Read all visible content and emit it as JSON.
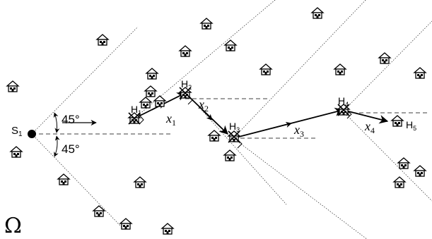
{
  "start": {
    "label": "S",
    "sub": "1"
  },
  "angles": {
    "upper": "45°",
    "lower": "45°"
  },
  "region": "Ω",
  "hops": [
    {
      "label": "H",
      "sub": "1"
    },
    {
      "label": "H",
      "sub": "2"
    },
    {
      "label": "H",
      "sub": "3"
    },
    {
      "label": "H",
      "sub": "4"
    },
    {
      "label": "H",
      "sub": "5"
    }
  ],
  "segments": [
    {
      "label": "x",
      "sub": "1"
    },
    {
      "label": "x",
      "sub": "2"
    },
    {
      "label": "x",
      "sub": "3"
    },
    {
      "label": "x",
      "sub": "4"
    }
  ],
  "icons": {
    "house": "house-icon",
    "start_node": "filled-circle-node"
  }
}
